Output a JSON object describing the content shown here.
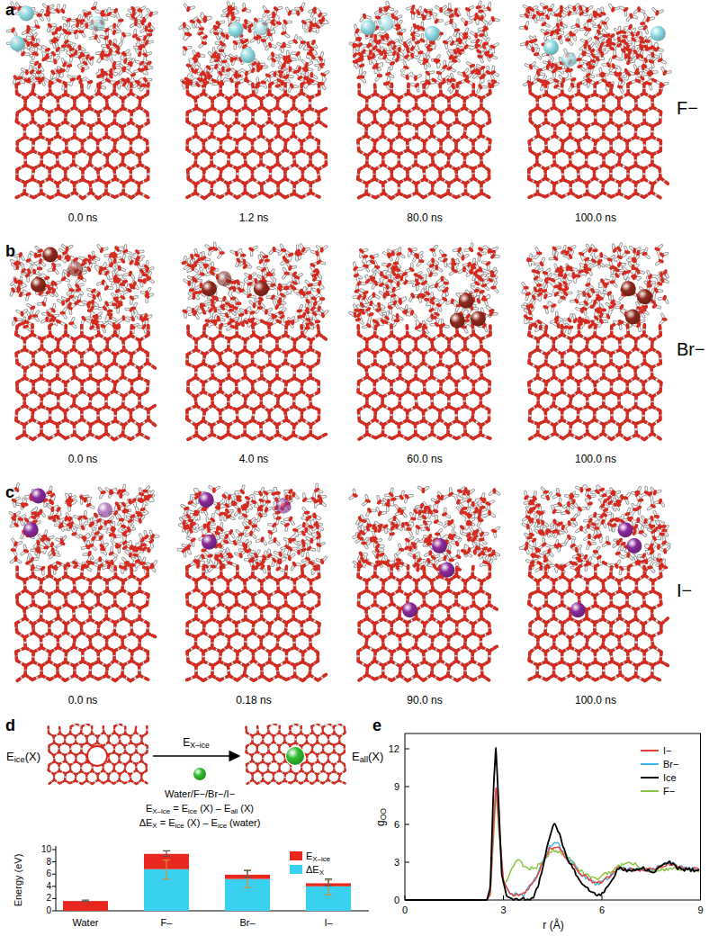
{
  "diagram": {
    "nodes": [
      {
        "text": [
          "Eice(X)"
        ]
      },
      {
        "text": [
          "Eall(X)"
        ]
      }
    ],
    "edges": [
      {
        "from": 0,
        "to": 1,
        "label": "EX–ice",
        "arrow": "to"
      }
    ],
    "labels": [
      "a",
      "0.0 ns",
      "1.2 ns",
      "80.0 ns",
      "100.0 ns",
      "F−",
      "b",
      "0.0 ns",
      "4.0 ns",
      "60.0 ns",
      "100.0 ns",
      "Br−",
      "c",
      "0.0 ns",
      "0.18 ns",
      "90.0 ns",
      "100.0 ns",
      "I−",
      "d",
      "Water/F−/Br−/I−",
      "EX–ice = Eice (X) – Eall (X)",
      "ΔEX = Eice (X) – Eice (water)",
      "Energy (eV)",
      "0",
      "2",
      "4",
      "6",
      "8",
      "10",
      "Water",
      "F–",
      "Br–",
      "I–",
      "e",
      "gOO",
      "0",
      "3",
      "6",
      "9",
      "12",
      "0",
      "3",
      "6",
      "9",
      "r (Å)"
    ],
    "legend": [
      {
        "text": "EX–ice",
        "color": "#e8281e"
      },
      {
        "text": "ΔEX",
        "color": "#3ad0ef"
      },
      {
        "text": "I−"
      },
      {
        "text": "Br−"
      },
      {
        "text": "Ice"
      },
      {
        "text": "F−"
      }
    ]
  }
}
